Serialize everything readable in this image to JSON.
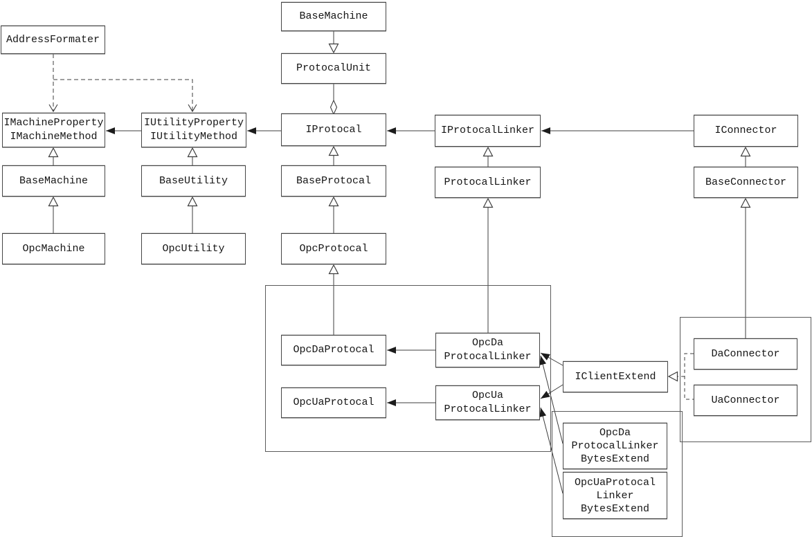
{
  "diagram_type": "uml-class-diagram",
  "colors": {
    "background": "#ffffff",
    "box_fill": "#ffffff",
    "box_border": "#454545",
    "line": "#3c3c3c",
    "container_border": "#5a5a5a"
  },
  "nodes": {
    "base_machine_top": {
      "label": "BaseMachine"
    },
    "protocal_unit": {
      "label": "ProtocalUnit"
    },
    "address_formater": {
      "label": "AddressFormater"
    },
    "imachine_interface": {
      "label": [
        "IMachineProperty",
        "IMachineMethod"
      ]
    },
    "iutility_interface": {
      "label": [
        "IUtilityProperty",
        "IUtilityMethod"
      ]
    },
    "iprotocal": {
      "label": "IProtocal"
    },
    "iprotocal_linker": {
      "label": "IProtocalLinker"
    },
    "iconnector": {
      "label": "IConnector"
    },
    "base_machine": {
      "label": "BaseMachine"
    },
    "base_utility": {
      "label": "BaseUtility"
    },
    "base_protocal": {
      "label": "BaseProtocal"
    },
    "protocal_linker": {
      "label": "ProtocalLinker"
    },
    "base_connector": {
      "label": "BaseConnector"
    },
    "opc_machine": {
      "label": "OpcMachine"
    },
    "opc_utility": {
      "label": "OpcUtility"
    },
    "opc_protocal": {
      "label": "OpcProtocal"
    },
    "opc_da_protocal": {
      "label": "OpcDaProtocal"
    },
    "opc_da_protocal_linker": {
      "label": [
        "OpcDa",
        "ProtocalLinker"
      ]
    },
    "opc_ua_protocal": {
      "label": "OpcUaProtocal"
    },
    "opc_ua_protocal_linker": {
      "label": [
        "OpcUa",
        "ProtocalLinker"
      ]
    },
    "iclient_extend": {
      "label": "IClientExtend"
    },
    "da_connector": {
      "label": "DaConnector"
    },
    "ua_connector": {
      "label": "UaConnector"
    },
    "opc_da_protocal_linker_bytes_extend": {
      "label": [
        "OpcDa",
        "ProtocalLinker",
        "BytesExtend"
      ]
    },
    "opc_ua_protocal_linker_bytes_extend": {
      "label": [
        "OpcUaProtocal",
        "Linker",
        "BytesExtend"
      ]
    }
  },
  "edges": [
    {
      "from": "BaseMachine",
      "to": "ProtocalUnit",
      "type": "generalization"
    },
    {
      "from": "ProtocalUnit",
      "to": "IProtocal",
      "type": "aggregation"
    },
    {
      "from": "AddressFormater",
      "to": "IMachineProperty/IMachineMethod",
      "type": "dependency"
    },
    {
      "from": "AddressFormater",
      "to": "IUtilityProperty/IUtilityMethod",
      "type": "dependency"
    },
    {
      "from": "IProtocal",
      "to": "IUtilityProperty/IUtilityMethod",
      "type": "association"
    },
    {
      "from": "IUtilityProperty/IUtilityMethod",
      "to": "IMachineProperty/IMachineMethod",
      "type": "association"
    },
    {
      "from": "IProtocalLinker",
      "to": "IProtocal",
      "type": "association"
    },
    {
      "from": "IConnector",
      "to": "IProtocalLinker",
      "type": "association"
    },
    {
      "from": "BaseMachine",
      "to": "IMachineProperty/IMachineMethod",
      "type": "generalization"
    },
    {
      "from": "OpcMachine",
      "to": "BaseMachine",
      "type": "generalization"
    },
    {
      "from": "BaseUtility",
      "to": "IUtilityProperty/IUtilityMethod",
      "type": "generalization"
    },
    {
      "from": "OpcUtility",
      "to": "BaseUtility",
      "type": "generalization"
    },
    {
      "from": "BaseProtocal",
      "to": "IProtocal",
      "type": "generalization"
    },
    {
      "from": "OpcProtocal",
      "to": "BaseProtocal",
      "type": "generalization"
    },
    {
      "from": "OpcDaProtocal",
      "to": "OpcProtocal",
      "type": "generalization"
    },
    {
      "from": "ProtocalLinker",
      "to": "IProtocalLinker",
      "type": "generalization"
    },
    {
      "from": "OpcDa ProtocalLinker",
      "to": "ProtocalLinker",
      "type": "generalization"
    },
    {
      "from": "BaseConnector",
      "to": "IConnector",
      "type": "generalization"
    },
    {
      "from": "DaConnector",
      "to": "BaseConnector",
      "type": "generalization"
    },
    {
      "from": "OpcDa ProtocalLinker",
      "to": "OpcDaProtocal",
      "type": "association"
    },
    {
      "from": "OpcUa ProtocalLinker",
      "to": "OpcUaProtocal",
      "type": "association"
    },
    {
      "from": "IClientExtend",
      "to": "OpcDa ProtocalLinker",
      "type": "association"
    },
    {
      "from": "IClientExtend",
      "to": "OpcUa ProtocalLinker",
      "type": "association"
    },
    {
      "from": "OpcDa ProtocalLinker BytesExtend",
      "to": "OpcDa ProtocalLinker",
      "type": "association"
    },
    {
      "from": "OpcUa ProtocalLinker BytesExtend",
      "to": "OpcUa ProtocalLinker",
      "type": "association"
    },
    {
      "from": "DaConnector",
      "to": "IClientExtend",
      "type": "realization"
    },
    {
      "from": "UaConnector",
      "to": "IClientExtend",
      "type": "realization"
    }
  ]
}
